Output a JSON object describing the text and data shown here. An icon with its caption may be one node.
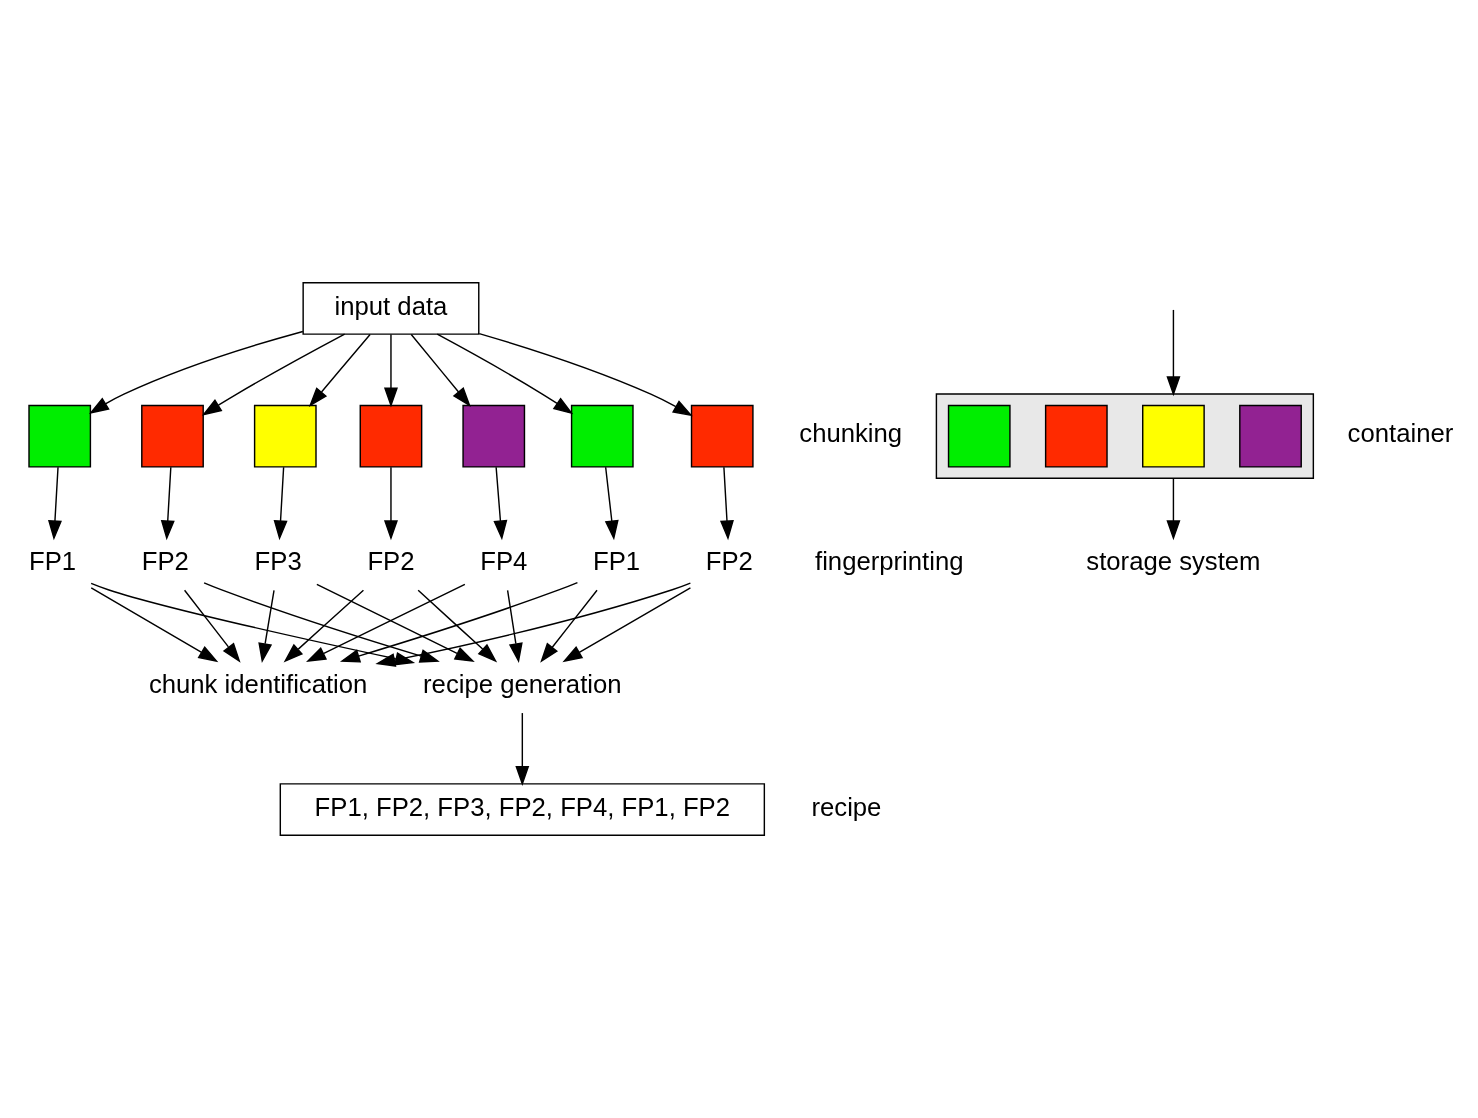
{
  "diagram": {
    "nodes": [
      {
        "text": [
          "input data"
        ]
      },
      {
        "text": [],
        "shape": "box"
      },
      {
        "text": [],
        "shape": "box"
      },
      {
        "text": [],
        "shape": "box"
      },
      {
        "text": [],
        "shape": "box"
      },
      {
        "text": [],
        "shape": "box"
      },
      {
        "text": [],
        "shape": "box"
      },
      {
        "text": [],
        "shape": "box"
      },
      {
        "text": [
          "FP1"
        ]
      },
      {
        "text": [
          "FP2"
        ]
      },
      {
        "text": [
          "FP3"
        ]
      },
      {
        "text": [
          "FP2"
        ]
      },
      {
        "text": [
          "FP4"
        ]
      },
      {
        "text": [
          "FP1"
        ]
      },
      {
        "text": [
          "FP2"
        ]
      },
      {
        "text": [
          "chunk identification"
        ]
      },
      {
        "text": [
          "recipe generation"
        ]
      },
      {
        "text": [],
        "shape": "box",
        "beside": [
          "container"
        ]
      },
      {
        "text": [],
        "shape": "box",
        "in": 17
      },
      {
        "text": [],
        "shape": "box",
        "in": 17
      },
      {
        "text": [],
        "shape": "box",
        "in": 17
      },
      {
        "text": [],
        "shape": "box",
        "in": 17
      },
      {
        "text": [
          "FP1, FP2, FP3, FP2, FP4, FP1, FP2"
        ],
        "beside": [
          "recipe"
        ]
      },
      {
        "text": [
          "storage system"
        ]
      }
    ],
    "edges": [
      {
        "from": 0,
        "to": 1,
        "arrow": "to"
      },
      {
        "from": 0,
        "to": 2,
        "arrow": "to"
      },
      {
        "from": 0,
        "to": 3,
        "arrow": "to"
      },
      {
        "from": 0,
        "to": 4,
        "arrow": "to"
      },
      {
        "from": 0,
        "to": 5,
        "arrow": "to"
      },
      {
        "from": 0,
        "to": 6,
        "arrow": "to"
      },
      {
        "from": 0,
        "to": 7,
        "arrow": "to"
      },
      {
        "from": 1,
        "to": 8,
        "arrow": "to"
      },
      {
        "from": 2,
        "to": 9,
        "arrow": "to"
      },
      {
        "from": 3,
        "to": 10,
        "arrow": "to"
      },
      {
        "from": 4,
        "to": 11,
        "arrow": "to"
      },
      {
        "from": 5,
        "to": 12,
        "arrow": "to"
      },
      {
        "from": 6,
        "to": 13,
        "arrow": "to"
      },
      {
        "from": 7,
        "to": 14,
        "arrow": "to"
      },
      {
        "from": 8,
        "to": 15,
        "arrow": "to"
      },
      {
        "from": 8,
        "to": 16,
        "arrow": "to"
      },
      {
        "from": 9,
        "to": 15,
        "arrow": "to"
      },
      {
        "from": 9,
        "to": 16,
        "arrow": "to"
      },
      {
        "from": 10,
        "to": 15,
        "arrow": "to"
      },
      {
        "from": 10,
        "to": 16,
        "arrow": "to"
      },
      {
        "from": 11,
        "to": 15,
        "arrow": "to"
      },
      {
        "from": 11,
        "to": 16,
        "arrow": "to"
      },
      {
        "from": 12,
        "to": 15,
        "arrow": "to"
      },
      {
        "from": 12,
        "to": 16,
        "arrow": "to"
      },
      {
        "from": 13,
        "to": 15,
        "arrow": "to"
      },
      {
        "from": 13,
        "to": 16,
        "arrow": "to"
      },
      {
        "from": 14,
        "to": 15,
        "arrow": "to"
      },
      {
        "from": 14,
        "to": 16,
        "arrow": "to"
      },
      {
        "from": 16,
        "to": 22,
        "arrow": "to"
      },
      {
        "from": null,
        "to": 17,
        "arrow": "to"
      },
      {
        "from": 17,
        "to": 23,
        "arrow": "to"
      }
    ],
    "labels": [
      "chunking",
      "fingerprinting"
    ]
  }
}
